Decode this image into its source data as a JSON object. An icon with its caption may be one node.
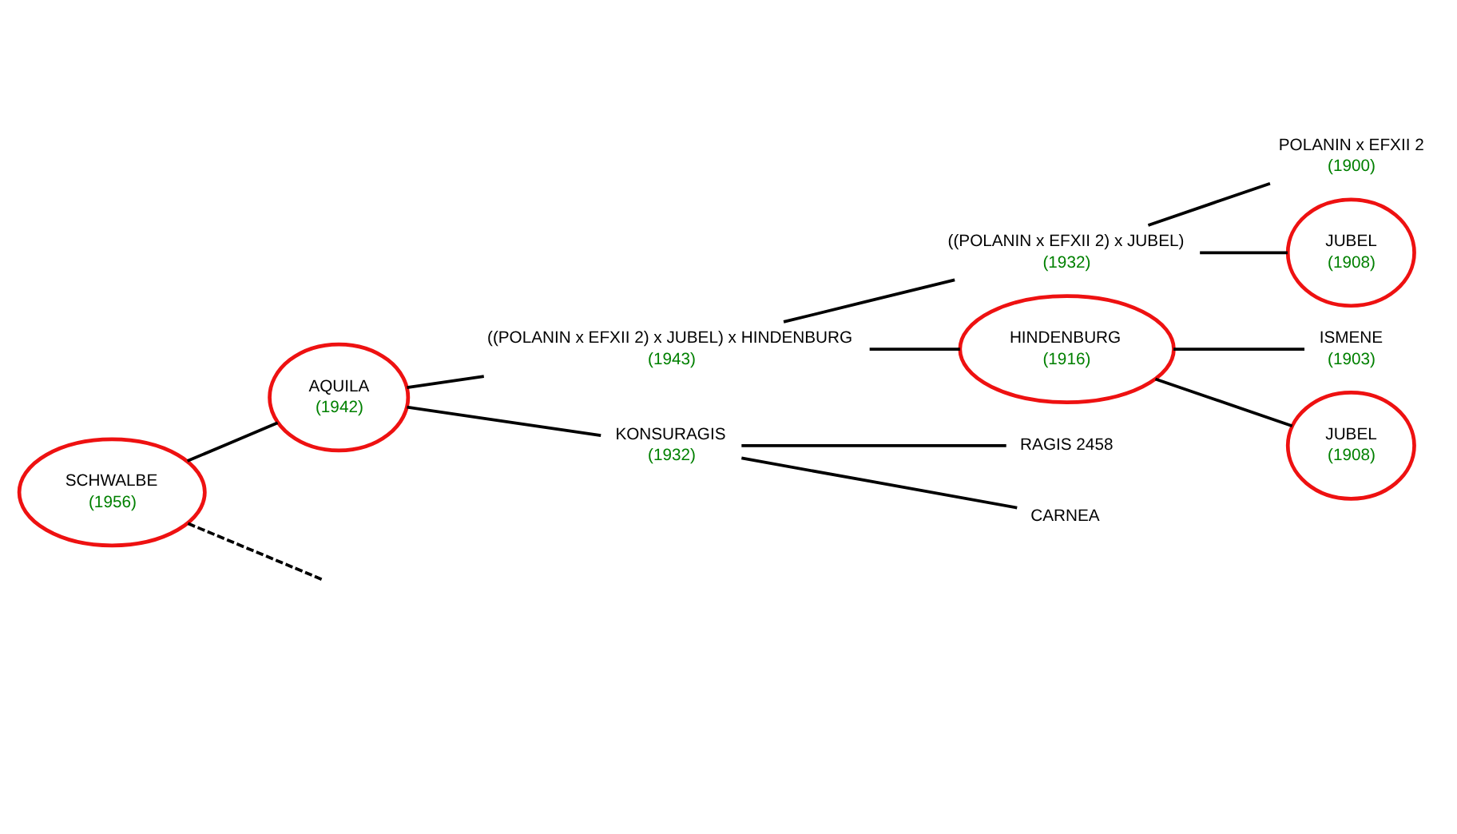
{
  "diagram": {
    "nodes": [
      {
        "text": [
          "SCHWALBE",
          "(1956)"
        ]
      },
      {
        "text": [
          "AQUILA",
          "(1942)"
        ]
      },
      {
        "text": [
          "((POLANIN x EFXII 2) x JUBEL) x HINDENBURG",
          "(1943)"
        ]
      },
      {
        "text": [
          "((POLANIN x EFXII 2) x JUBEL)",
          "(1932)"
        ]
      },
      {
        "text": [
          "POLANIN x EFXII 2",
          "(1900)"
        ]
      },
      {
        "text": [
          "JUBEL",
          "(1908)"
        ]
      },
      {
        "text": [
          "HINDENBURG",
          "(1916)"
        ]
      },
      {
        "text": [
          "ISMENE",
          "(1903)"
        ]
      },
      {
        "text": [
          "JUBEL",
          "(1908)"
        ]
      },
      {
        "text": [
          "KONSURAGIS",
          "(1932)"
        ]
      },
      {
        "text": [
          "RAGIS 2458"
        ]
      },
      {
        "text": [
          "CARNEA"
        ]
      }
    ],
    "edges": [
      {
        "from": 0,
        "to": 1,
        "arrow": "none"
      },
      {
        "from": 1,
        "to": 2,
        "arrow": "none"
      },
      {
        "from": 1,
        "to": 9,
        "arrow": "none"
      },
      {
        "from": 2,
        "to": 3,
        "arrow": "none"
      },
      {
        "from": 2,
        "to": 6,
        "arrow": "none"
      },
      {
        "from": 3,
        "to": 4,
        "arrow": "none"
      },
      {
        "from": 3,
        "to": 5,
        "arrow": "none"
      },
      {
        "from": 6,
        "to": 7,
        "arrow": "none"
      },
      {
        "from": 6,
        "to": 8,
        "arrow": "none"
      },
      {
        "from": 9,
        "to": 10,
        "arrow": "none"
      },
      {
        "from": 9,
        "to": 11,
        "arrow": "none"
      },
      {
        "from": 0,
        "to": null,
        "arrow": "none",
        "style": "dashed"
      }
    ]
  }
}
